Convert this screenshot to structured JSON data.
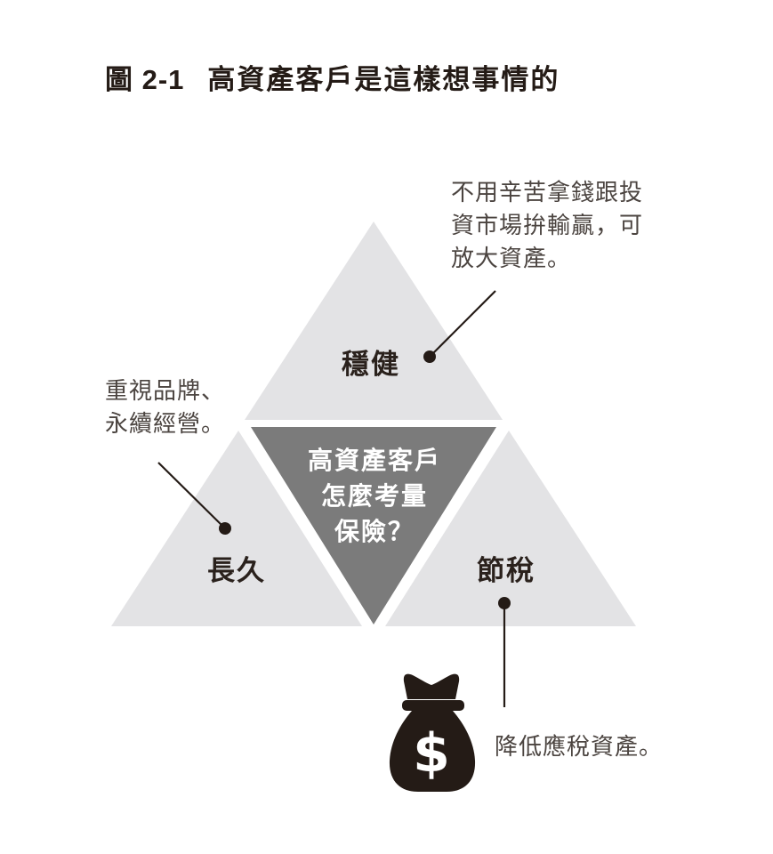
{
  "figure": {
    "label": "圖 2-1",
    "title": "高資產客戶是這樣想事情的"
  },
  "pyramid": {
    "top_label": "穩健",
    "bottom_left_label": "長久",
    "bottom_right_label": "節稅",
    "center": {
      "line1": "高資產客戶",
      "line2": "怎麼考量",
      "line3": "保險？"
    }
  },
  "annotations": {
    "steady": {
      "line1": "不用辛苦拿錢跟投",
      "line2": "資市場拚輸贏，可",
      "line3": "放大資產。"
    },
    "longevity": {
      "line1": "重視品牌、",
      "line2": "永續經營。"
    },
    "tax": {
      "text": "降低應稅資產。"
    }
  },
  "icons": {
    "money_bag": "money-bag-icon",
    "dollar_glyph": "$"
  },
  "colors": {
    "light_triangle": "#e3e3e5",
    "dark_triangle": "#7b7b7b",
    "ink": "#241b16",
    "annotation_text": "#4b4440",
    "center_text": "#ffffff"
  }
}
